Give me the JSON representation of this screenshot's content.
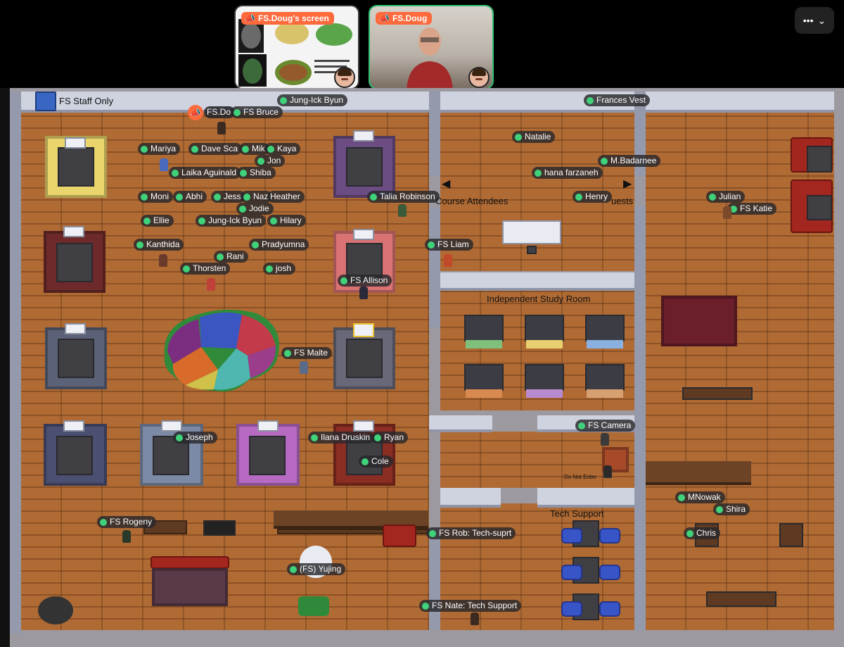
{
  "top_bar": {
    "tiles": [
      {
        "label": "FS.Doug's screen"
      },
      {
        "label": "FS.Doug"
      }
    ],
    "menu_icon": "ellipsis-icon",
    "menu_chevron": "chevron-down-icon"
  },
  "map": {
    "room_labels": {
      "staff_only": "FS Staff  Only",
      "course_attendees": "Course Attendees",
      "guests": "uests",
      "independent_study": "Independent Study Room",
      "tech_support": "Tech Support",
      "do_not_enter": "Do Not Enter"
    },
    "speaker_label": "FS.Do",
    "players": [
      "Jung-Ick Byun",
      "FS Bruce",
      "Mariya",
      "Dave Sca",
      "Mik",
      "Kaya",
      "Jon",
      "Laika Aguinald",
      "Shiba",
      "Moni",
      "Abhi",
      "Jess",
      "Naz",
      "Heather",
      "Jodie",
      "Ellie",
      "Jung-Ick Byun",
      "Hilary",
      "Kanthida",
      "Pradyumna",
      "Rani",
      "Thorsten",
      "josh",
      "FS Liam",
      "FS Allison",
      "Talia Robinson",
      "Frances Vest",
      "Natalie",
      "M.Badarnee",
      "hana farzaneh",
      "Henry",
      "Julian",
      "FS Katie",
      "FS Malte",
      "Joseph",
      "Ilana Druskin",
      "Ryan",
      "Cole",
      "FS Camera",
      "MNowak",
      "Shira",
      "Chris",
      "FS Rogeny",
      "FS Rob: Tech-suprt",
      "(FS) Yujing",
      "FS Nate: Tech Support"
    ]
  },
  "colors": {
    "accent_orange": "#ff6a3d",
    "status_green": "#3fd27a",
    "floor": "#b06a33"
  }
}
